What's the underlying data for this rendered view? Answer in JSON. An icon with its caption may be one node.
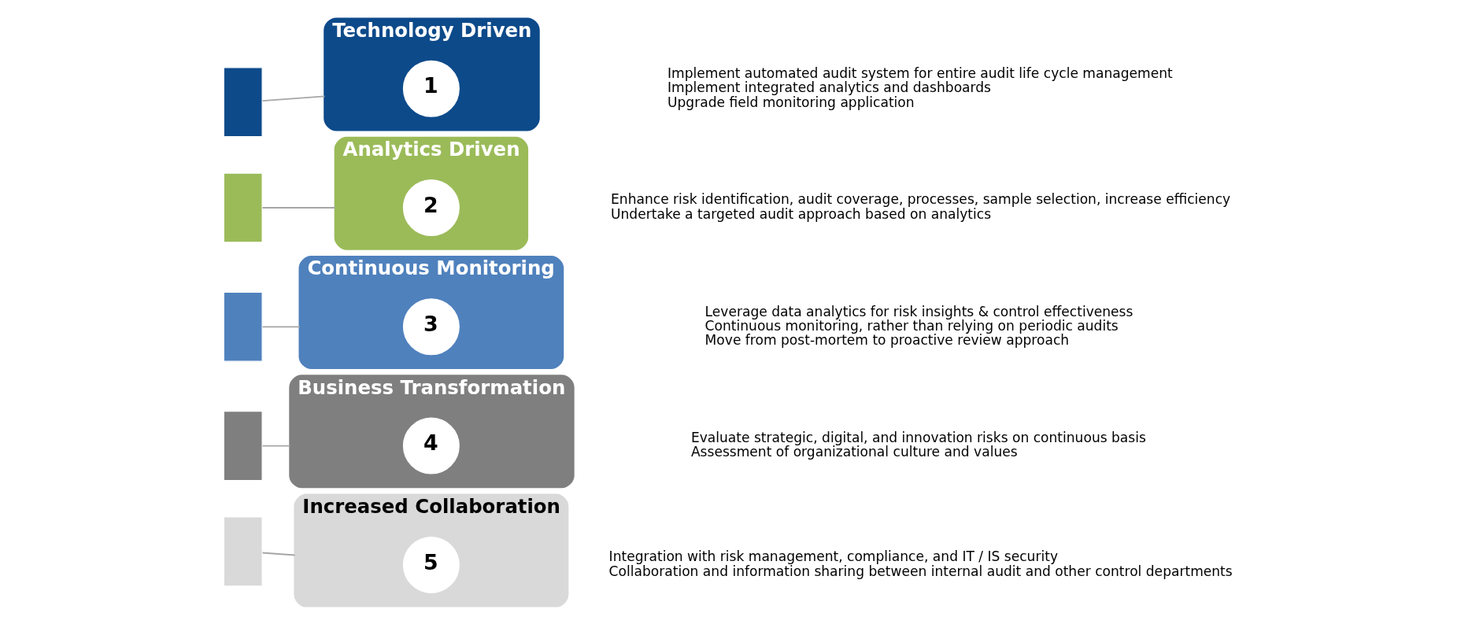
{
  "diagram": {
    "nodes": [
      {
        "text": [],
        "shape": "bar"
      },
      {
        "text": [
          "Technology Driven"
        ],
        "beside": [
          "Implement automated audit system for entire audit life cycle management",
          "Implement integrated analytics and dashboards",
          "Upgrade field monitoring application"
        ]
      },
      {
        "text": [
          "1"
        ],
        "in": 1
      },
      {
        "text": [],
        "shape": "bar"
      },
      {
        "text": [
          "Analytics Driven"
        ],
        "beside": [
          "Enhance risk identification, audit coverage, processes, sample selection, increase efficiency",
          "Undertake a targeted audit approach based on analytics"
        ]
      },
      {
        "text": [
          "2"
        ],
        "in": 4
      },
      {
        "text": [],
        "shape": "bar"
      },
      {
        "text": [
          "Continuous Monitoring"
        ],
        "beside": [
          "Leverage data analytics for risk insights & control effectiveness",
          "Continuous monitoring, rather than relying on periodic audits",
          "Move from post-mortem to proactive review approach"
        ]
      },
      {
        "text": [
          "3"
        ],
        "in": 7
      },
      {
        "text": [],
        "shape": "bar"
      },
      {
        "text": [
          "Business Transformation"
        ],
        "beside": [
          "Evaluate strategic, digital, and innovation risks on continuous basis",
          "Assessment of organizational culture and values"
        ]
      },
      {
        "text": [
          "4"
        ],
        "in": 10
      },
      {
        "text": [],
        "shape": "bar"
      },
      {
        "text": [
          "Increased Collaboration"
        ],
        "beside": [
          "Integration with risk management, compliance, and IT / IS security",
          "Collaboration and information sharing between internal audit and other control departments"
        ]
      },
      {
        "text": [
          "5"
        ],
        "in": 13
      }
    ],
    "edges": [
      {
        "from": 0,
        "to": 1,
        "arrow": "none"
      },
      {
        "from": 3,
        "to": 4,
        "arrow": "none"
      },
      {
        "from": 6,
        "to": 7,
        "arrow": "none"
      },
      {
        "from": 9,
        "to": 10,
        "arrow": "none"
      },
      {
        "from": 12,
        "to": 13,
        "arrow": "none"
      }
    ]
  }
}
